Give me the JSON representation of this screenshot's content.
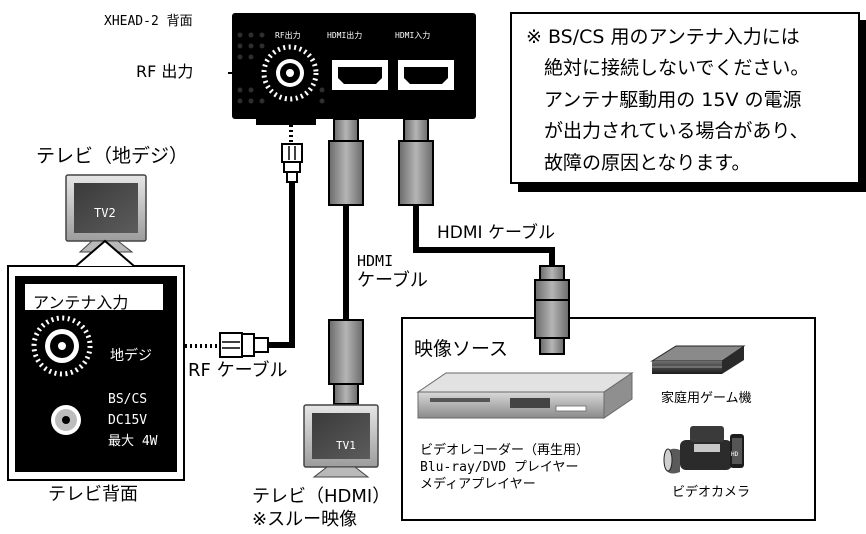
{
  "device": {
    "name": "XHEAD-2 背面",
    "ports": {
      "rf_out_small": "RF出力",
      "hdmi_out": "HDMI出力",
      "hdmi_in": "HDMI入力"
    },
    "rf_out_callout": "RF 出力"
  },
  "notice": {
    "lines": [
      "※ BS/CS 用のアンテナ入力には",
      "絶対に接続しないでください。",
      "アンテナ駆動用の 15V の電源",
      "が出力されている場合があり、",
      "故障の原因となります。"
    ]
  },
  "tv2": {
    "caption": "テレビ（地デジ）",
    "screen_label": "TV2"
  },
  "tv_back_panel": {
    "antenna_input_label": "アンテナ入力",
    "terrestrial_label": "地デジ",
    "bs_label_lines": [
      "BS/CS",
      "DC15V",
      "最大 4W"
    ],
    "caption": "テレビ背面"
  },
  "cables": {
    "rf_cable": "RF ケーブル",
    "hdmi_cable_center": [
      "HDMI",
      "ケーブル"
    ],
    "hdmi_cable_right": "HDMI ケーブル"
  },
  "tv1": {
    "screen_label": "TV1",
    "caption_lines": [
      "テレビ（HDMI）",
      "※スルー映像"
    ]
  },
  "video_sources": {
    "title": "映像ソース",
    "recorder_label_lines": [
      "ビデオレコーダー（再生用）",
      "Blu-ray/DVD プレイヤー",
      "メディアプレイヤー"
    ],
    "console_label": "家庭用ゲーム機",
    "camera_label": "ビデオカメラ",
    "camera_badge": "HD"
  }
}
